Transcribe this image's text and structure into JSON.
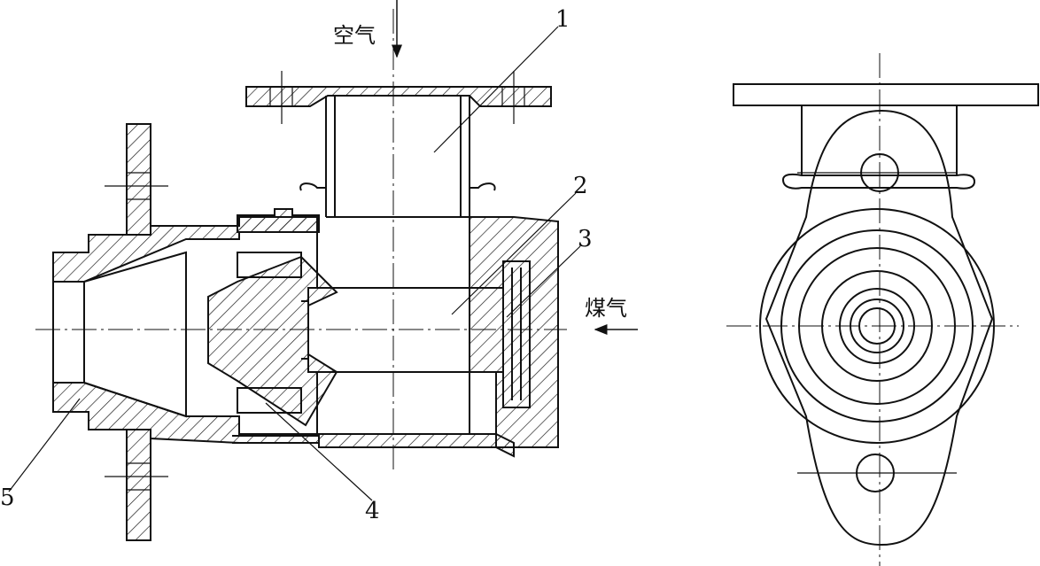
{
  "labels": {
    "air": "空气",
    "gas": "煤气",
    "part1": "1",
    "part2": "2",
    "part3": "3",
    "part4": "4",
    "part5": "5"
  },
  "colors": {
    "ink": "#111111",
    "paper": "#ffffff"
  }
}
